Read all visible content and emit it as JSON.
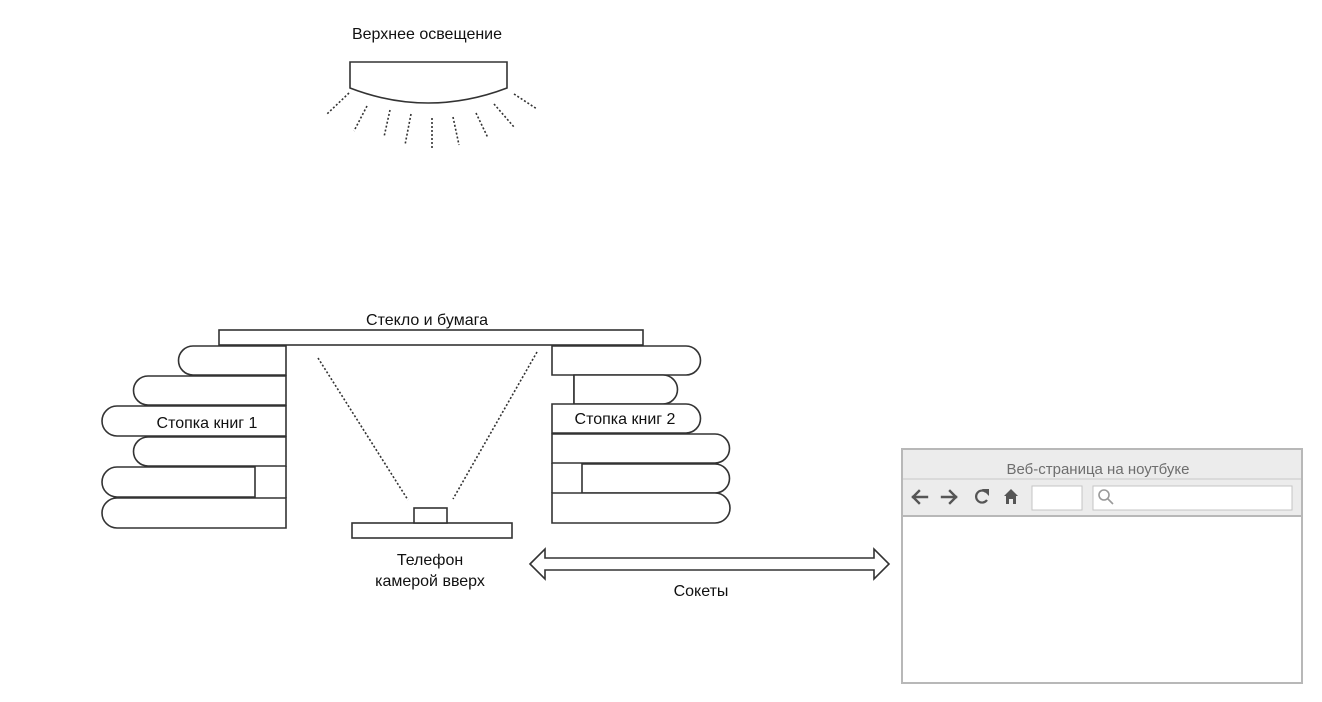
{
  "labels": {
    "overhead_light": "Верхнее освещение",
    "glass_paper": "Стекло и бумага",
    "stack1": "Стопка книг 1",
    "stack2": "Стопка книг 2",
    "phone_line1": "Телефон",
    "phone_line2": "камерой вверх",
    "sockets": "Сокеты"
  },
  "browser": {
    "title": "Веб-страница на ноутбуке",
    "icons": [
      "arrow-left-icon",
      "arrow-right-icon",
      "refresh-icon",
      "home-icon",
      "search-icon"
    ]
  },
  "colors": {
    "stroke": "#333333",
    "browser_border": "#b8b8b8",
    "browser_header": "#ececec",
    "browser_title": "#6e6e6e"
  }
}
